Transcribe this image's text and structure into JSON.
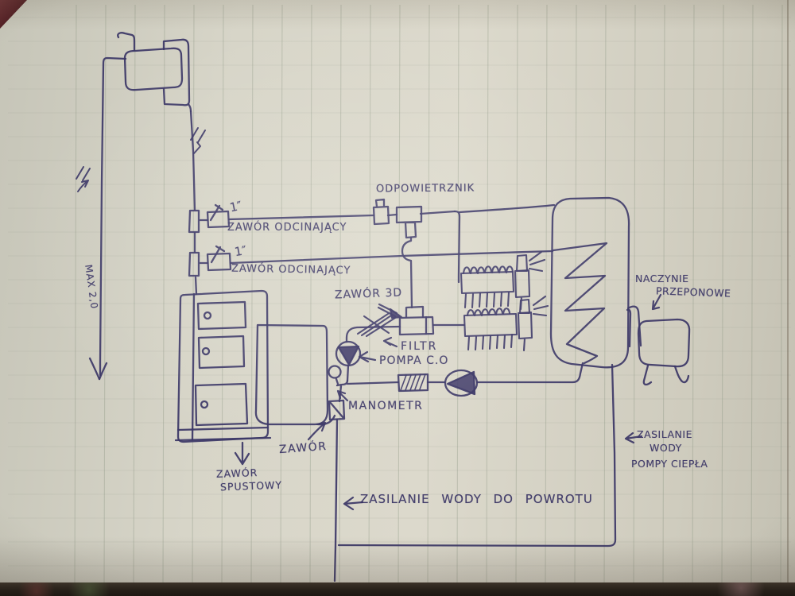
{
  "colors": {
    "ink": "#3b3666",
    "paper": "#d7d5c8",
    "grid_line": "#7c8874",
    "table_edge": "#201a14"
  },
  "labels": {
    "odpowietrznik": "ODPOWIETRZNIK",
    "inch_upper": "1″",
    "zawor_odcinajacy_upper": "ZAWÓR ODCINAJĄCY",
    "inch_lower": "1″",
    "zawor_odcinajacy_lower": "ZAWÓR ODCINAJĄCY",
    "zawor_3d": "ZAWÓR 3D",
    "filtr": "FILTR",
    "pompa_co": "POMPA C.O",
    "manometr": "MANOMETR",
    "zawor": "ZAWÓR",
    "zawor_spustowy_1": "ZAWÓR",
    "zawor_spustowy_2": "SPUSTOWY",
    "naczynie_1": "NACZYNIE",
    "naczynie_2": "PRZEPONOWE",
    "zasilanie_pc_1": "ZASILANIE",
    "zasilanie_pc_2": "WODY",
    "zasilanie_pc_3": "POMPY CIEPŁA",
    "zasilanie_powrot": "ZASILANIE WODY DO POWROTU",
    "pipe_note": "MAX 2,0"
  }
}
